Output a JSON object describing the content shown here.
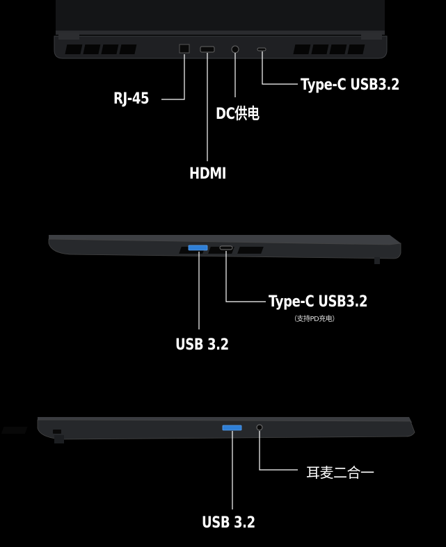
{
  "views": {
    "rear": {
      "rj45": "RJ-45",
      "dc": "DC供电",
      "hdmi": "HDMI",
      "typec": "Type-C USB3.2"
    },
    "right": {
      "typec": "Type-C USB3.2",
      "typec_note": "（支持PD充电）",
      "usb": "USB 3.2"
    },
    "left": {
      "audio": "耳麦二合一",
      "usb": "USB 3.2"
    }
  },
  "colors": {
    "background": "#000000",
    "chassis": "#1e1f21",
    "usb_port_blue": "#2f7fd6",
    "leader_line": "#ffffff"
  }
}
